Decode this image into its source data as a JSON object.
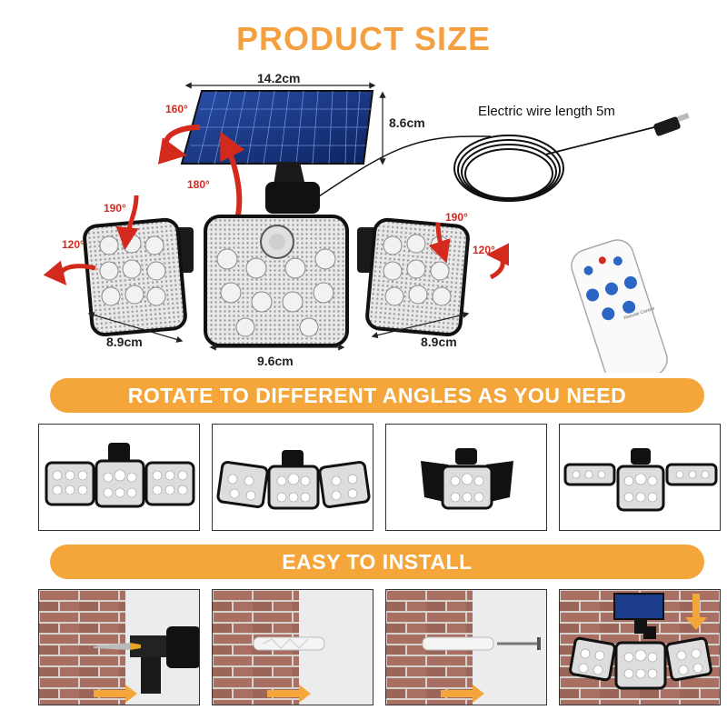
{
  "title": "PRODUCT SIZE",
  "dimensions": {
    "panel_width": "14.2cm",
    "panel_height": "8.6cm",
    "left_head": "8.9cm",
    "center_head": "9.6cm",
    "right_head": "8.9cm"
  },
  "angles": {
    "panel_top": "160°",
    "panel_bottom": "180°",
    "left_top": "190°",
    "left_side": "120°",
    "right_top": "190°",
    "right_side": "120°"
  },
  "wire_label": "Electric wire length 5m",
  "remote_label": "Remote Control",
  "banners": {
    "rotate": "ROTATE TO DIFFERENT ANGLES AS YOU NEED",
    "install": "EASY TO INSTALL"
  },
  "colors": {
    "accent": "#f5a63a",
    "title": "#f5a040",
    "arrow": "#d42a1e",
    "brick": "#a86f62"
  }
}
